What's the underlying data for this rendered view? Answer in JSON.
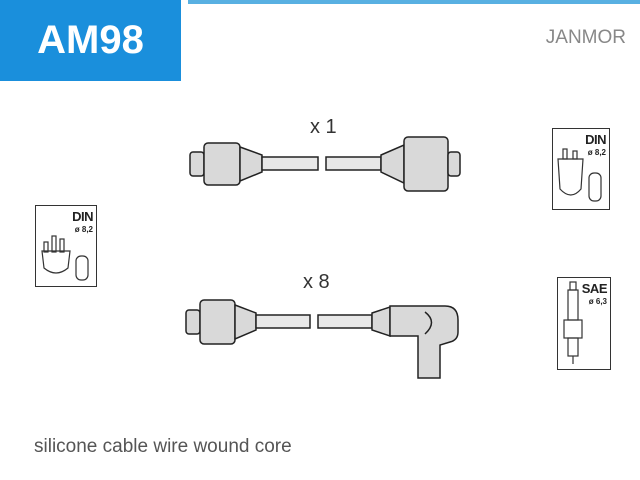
{
  "header": {
    "code": "AM98",
    "brand": "JANMOR"
  },
  "cables": [
    {
      "quantity_label": "x 1",
      "end_type": "straight"
    },
    {
      "quantity_label": "x 8",
      "end_type": "angled"
    }
  ],
  "badges": {
    "distributor_left": {
      "standard": "DIN",
      "diameter": "ø 8,2"
    },
    "distributor_right": {
      "standard": "DIN",
      "diameter": "ø 8,2"
    },
    "spark_plug": {
      "standard": "SAE",
      "diameter": "ø 6,3"
    }
  },
  "caption": "silicone cable wire wound core",
  "colors": {
    "brand_blue": "#1a8fdc",
    "boot_gray": "#d9d9d9"
  }
}
